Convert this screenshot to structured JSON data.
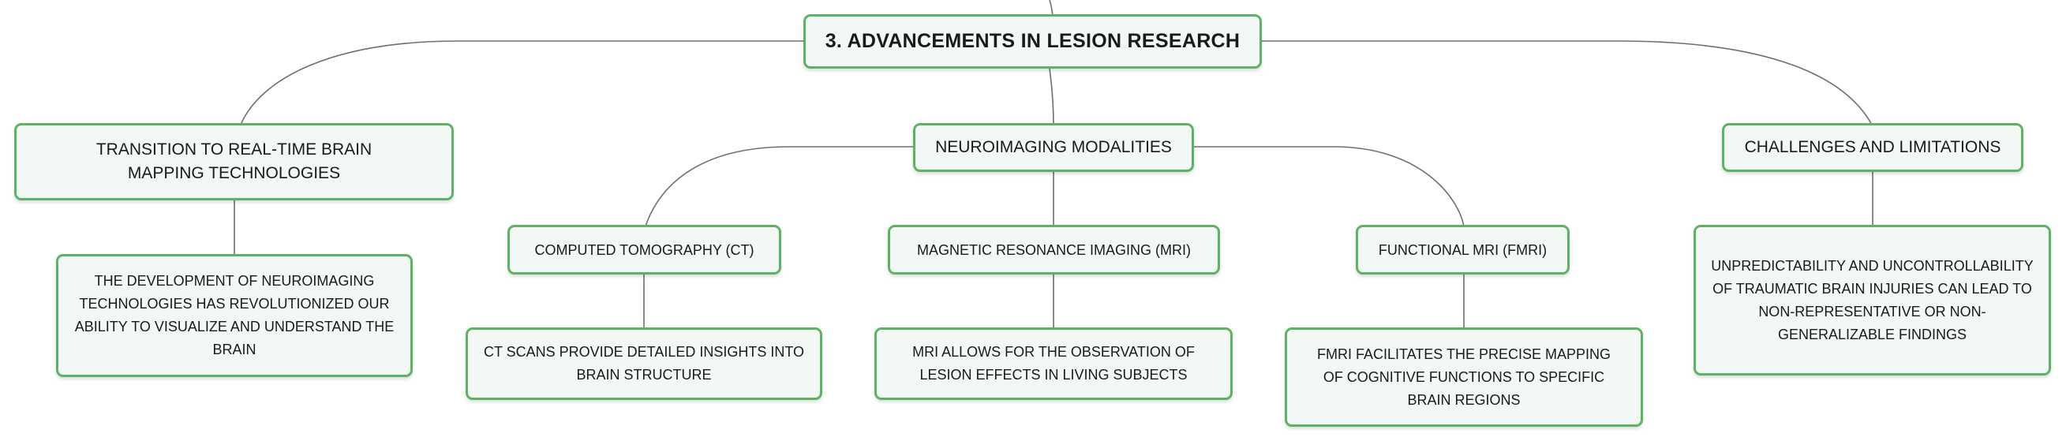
{
  "mindmap": {
    "root": {
      "label": "3. ADVANCEMENTS IN LESION RESEARCH"
    },
    "branches": [
      {
        "label": "TRANSITION TO REAL-TIME BRAIN MAPPING TECHNOLOGIES",
        "children": [
          {
            "label": "THE DEVELOPMENT OF NEUROIMAGING TECHNOLOGIES HAS REVOLUTIONIZED OUR ABILITY TO VISUALIZE AND UNDERSTAND THE BRAIN"
          }
        ]
      },
      {
        "label": "NEUROIMAGING MODALITIES",
        "children": [
          {
            "label": "COMPUTED TOMOGRAPHY (CT)",
            "children": [
              {
                "label": "CT SCANS PROVIDE DETAILED INSIGHTS INTO BRAIN STRUCTURE"
              }
            ]
          },
          {
            "label": "MAGNETIC RESONANCE IMAGING (MRI)",
            "children": [
              {
                "label": "MRI ALLOWS FOR THE OBSERVATION OF LESION EFFECTS IN LIVING SUBJECTS"
              }
            ]
          },
          {
            "label": "FUNCTIONAL MRI (FMRI)",
            "children": [
              {
                "label": "FMRI FACILITATES THE PRECISE MAPPING OF COGNITIVE FUNCTIONS TO SPECIFIC BRAIN REGIONS"
              }
            ]
          }
        ]
      },
      {
        "label": "CHALLENGES AND LIMITATIONS",
        "children": [
          {
            "label": "UNPREDICTABILITY AND UNCONTROLLABILITY OF TRAUMATIC BRAIN INJURIES CAN LEAD TO NON-REPRESENTATIVE OR NON-GENERALIZABLE FINDINGS"
          }
        ]
      }
    ],
    "colors": {
      "node_border": "#5db266",
      "node_fill": "#f2f8f3",
      "connector": "#6e6e6e",
      "text": "#1a1a1a"
    }
  }
}
